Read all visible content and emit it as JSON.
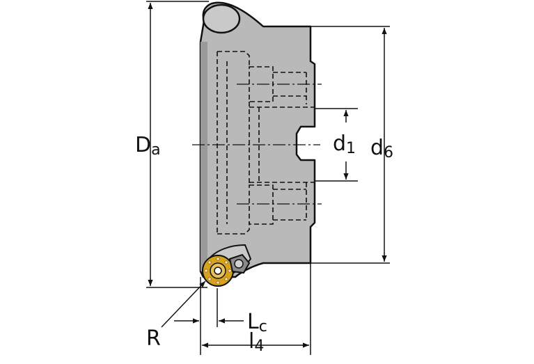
{
  "colors": {
    "body": "#b9b9b9",
    "body_shadow": "#9a9a9a",
    "outline": "#111111",
    "insert": "#d9a21c",
    "dim_line": "#111111"
  },
  "labels": {
    "da_main": "D",
    "da_sub": "a",
    "d6_main": "d",
    "d6_sub": "6",
    "d1_main": "d",
    "d1_sub": "1",
    "lc_main": "L",
    "lc_sub": "c",
    "l4_main": "l",
    "l4_sub": "4",
    "r": "R"
  }
}
